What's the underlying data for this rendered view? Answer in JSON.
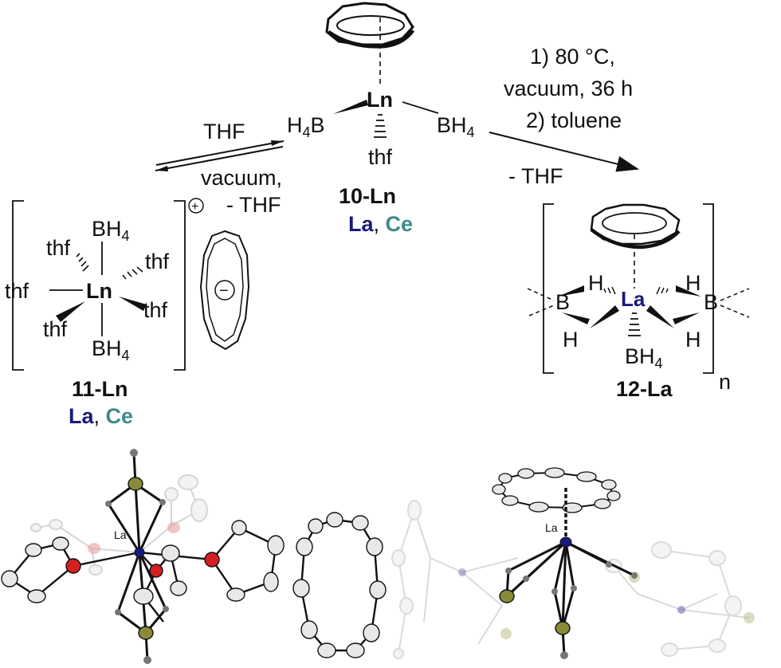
{
  "compound_10": {
    "metal": "Ln",
    "left_ligand_pre": "H",
    "left_ligand_sub": "4",
    "left_ligand_post": "B",
    "right_ligand_pre": "BH",
    "right_ligand_sub": "4",
    "thf": "thf",
    "name": "10-Ln",
    "variant_la": "La",
    "variant_sep": ", ",
    "variant_ce": "Ce"
  },
  "compound_11": {
    "metal": "Ln",
    "bh4_pre": "BH",
    "bh4_sub": "4",
    "thf": "thf",
    "cation_charge": "+",
    "anion_charge": "−",
    "name": "11-Ln",
    "variant_la": "La",
    "variant_sep": ", ",
    "variant_ce": "Ce"
  },
  "compound_12": {
    "metal": "La",
    "b": "B",
    "h": "H",
    "bh4_pre": "BH",
    "bh4_sub": "4",
    "repeat": "n",
    "name": "12-La"
  },
  "arrow_left": {
    "top_label": "THF",
    "bottom_label_1": "vacuum,",
    "bottom_label_2": "- THF"
  },
  "arrow_right": {
    "cond_1": "1) 80 °C,",
    "cond_2": "vacuum, 36 h",
    "cond_3": "2) toluene",
    "below_label": "- THF"
  },
  "crystal": {
    "left_metal_label": "La",
    "right_metal_label": "La"
  },
  "colors": {
    "la_blue": "#1a1a7a",
    "ce_teal": "#3f8a8a",
    "oxygen_red": "#d42020",
    "boron_olive": "#8a8a3a",
    "faded": "#c8c8c8"
  }
}
